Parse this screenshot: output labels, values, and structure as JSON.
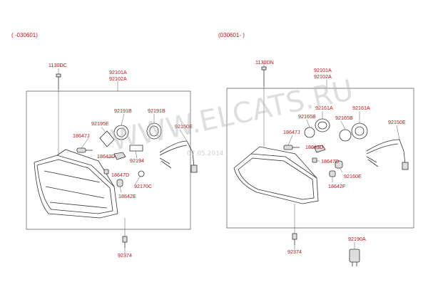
{
  "variants": {
    "left": {
      "range": "( -030601)"
    },
    "right": {
      "range": "(030601- )"
    }
  },
  "watermark": {
    "text": "WWW.ELCATS.RU",
    "date": "07.05.2014"
  },
  "left_labels": {
    "screw_top": "1130DC",
    "headlamp_a": "92101A",
    "headlamp_b": "92102A",
    "socket_1": "92191B",
    "socket_2": "92191B",
    "cover": "92195E",
    "bulb_1": "18647J",
    "wiring": "92150E",
    "bulb_2": "18643D",
    "holder": "92194",
    "bulb_3": "18647D",
    "clip": "92170C",
    "bulb_4": "18642E",
    "screw_bottom": "92374"
  },
  "right_labels": {
    "screw_top": "1130DN",
    "headlamp_a": "92101A",
    "headlamp_b": "92102A",
    "cap_1": "92161A",
    "cap_2": "92161A",
    "ring_1": "92165B",
    "ring_2": "92165B",
    "wiring": "92150E",
    "bulb_1": "18647J",
    "bulb_2": "18643D",
    "bulb_3": "18647D",
    "socket": "92160E",
    "bulb_4": "18642F",
    "screw_bottom": "92374",
    "connector": "92190A"
  }
}
